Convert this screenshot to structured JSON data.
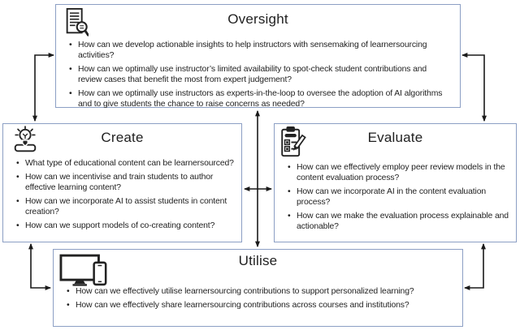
{
  "boxes": {
    "oversight": {
      "title": "Oversight",
      "icon": "document-search-icon",
      "bullets": [
        "How can we develop actionable insights to help instructors with sensemaking of learnersourcing activities?",
        "How can we optimally use instructor’s limited availability to spot-check student contributions and review cases that benefit the most from expert judgement?",
        "How can we optimally use instructors as experts-in-the-loop to oversee the adoption of AI algorithms and to give students the chance to raise concerns as needed?"
      ]
    },
    "create": {
      "title": "Create",
      "icon": "idea-lightbulb-icon",
      "bullets": [
        "What type of educational content can be learnersourced?",
        "How can we incentivise and train students to author effective learning content?",
        "How can we incorporate AI to assist students in content creation?",
        "How can we support models of co-creating content?"
      ]
    },
    "evaluate": {
      "title": "Evaluate",
      "icon": "clipboard-checklist-icon",
      "bullets": [
        "How can we effectively employ peer review models in the content evaluation process?",
        "How can we incorporate AI in the content evaluation process?",
        "How can we make the evaluation process explainable and actionable?"
      ]
    },
    "utilise": {
      "title": "Utilise",
      "icon": "devices-monitor-phone-icon",
      "bullets": [
        "How can we effectively utilise learnersourcing contributions to support personalized learning?",
        "How can we effectively share learnersourcing contributions across courses and institutions?"
      ]
    }
  },
  "connectors": [
    {
      "from": "oversight",
      "to": "create",
      "bidirectional": true
    },
    {
      "from": "oversight",
      "to": "evaluate",
      "bidirectional": true
    },
    {
      "from": "oversight",
      "to": "utilise",
      "bidirectional": true
    },
    {
      "from": "create",
      "to": "evaluate",
      "bidirectional": true
    },
    {
      "from": "create",
      "to": "utilise",
      "bidirectional": true
    },
    {
      "from": "evaluate",
      "to": "utilise",
      "bidirectional": true
    }
  ],
  "colors": {
    "box_border": "#8c9fc4",
    "arrow": "#1a1a1a",
    "text": "#1f1f1f",
    "background": "#ffffff"
  }
}
